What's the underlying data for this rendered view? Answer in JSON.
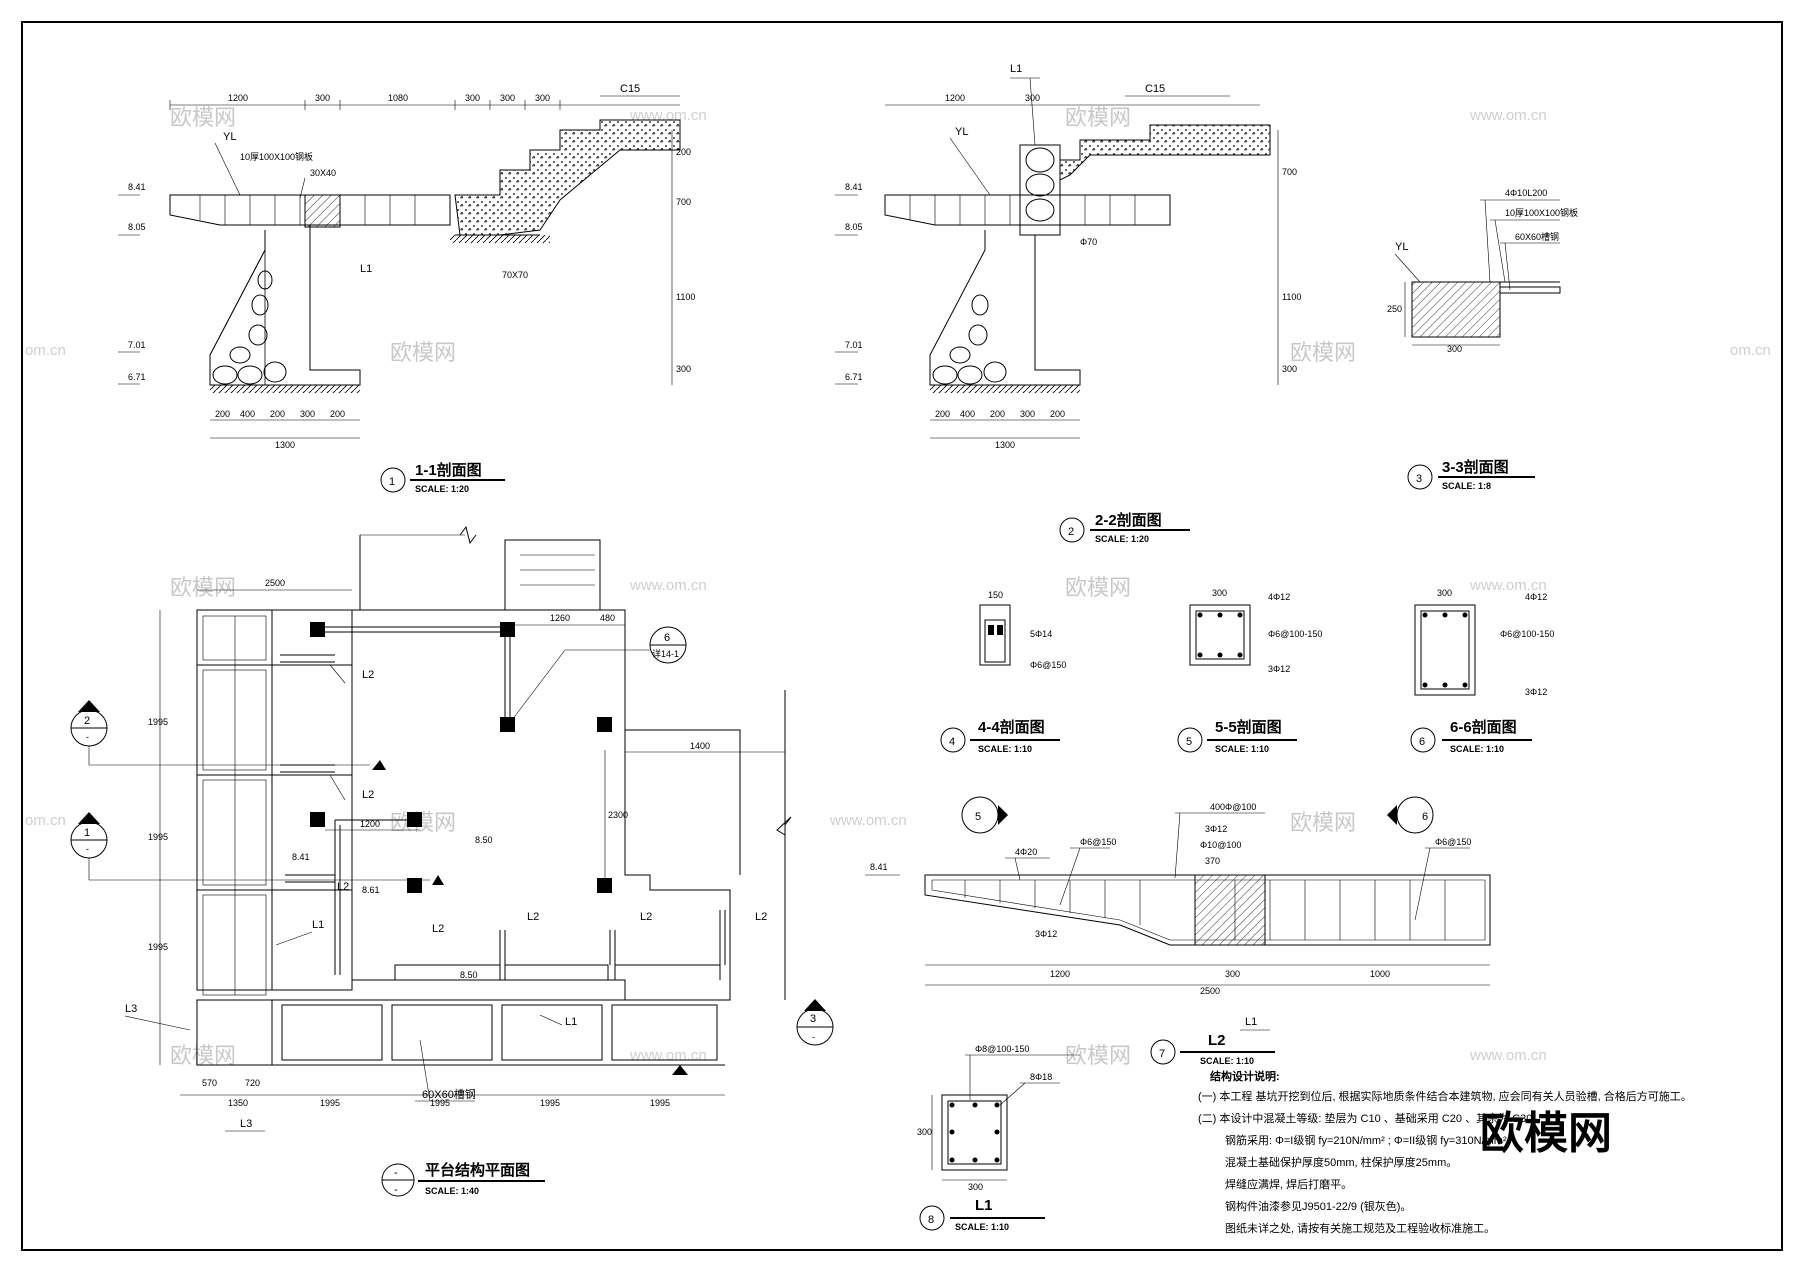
{
  "sections": {
    "s1": {
      "num": "1",
      "title": "1-1剖面图",
      "scale": "SCALE: 1:20"
    },
    "s2": {
      "num": "2",
      "title": "2-2剖面图",
      "scale": "SCALE: 1:20"
    },
    "s3": {
      "num": "3",
      "title": "3-3剖面图",
      "scale": "SCALE: 1:8"
    },
    "s4": {
      "num": "4",
      "title": "4-4剖面图",
      "scale": "SCALE: 1:10"
    },
    "s5": {
      "num": "5",
      "title": "5-5剖面图",
      "scale": "SCALE: 1:10"
    },
    "s6": {
      "num": "6",
      "title": "6-6剖面图",
      "scale": "SCALE: 1:10"
    },
    "s7": {
      "num": "7",
      "title": "L2",
      "scale": "SCALE: 1:10"
    },
    "s8": {
      "num": "8",
      "title": "L1",
      "scale": "SCALE: 1:10"
    },
    "plan": {
      "num": "-",
      "title": "平台结构平面图",
      "scale": "SCALE: 1:40"
    }
  },
  "labels": {
    "yl": "YL",
    "l1": "L1",
    "l2": "L2",
    "l3": "L3",
    "c15": "C15",
    "joist": "10厚100X100钢板",
    "wood30x40": "30X40",
    "post70": "70X70",
    "steel60": "60X60槽钢",
    "pipe": "Φ70",
    "r4d10": "4Φ10L200",
    "r5d14": "5Φ14",
    "r6d150": "Φ6@150",
    "r4d12": "4Φ12",
    "r3d12": "3Φ12",
    "r6d100": "Φ6@100-150",
    "r4d20": "4Φ20",
    "r400": "400Φ@100",
    "r10d100": "Φ10@100",
    "r8d18": "8Φ18",
    "r8d100": "Φ8@100-150",
    "ref": "详14-1",
    "ref6": "6"
  },
  "dims": {
    "s1_top": [
      "1200",
      "300",
      "1080",
      "300",
      "300",
      "300"
    ],
    "s1_bot": [
      "200",
      "400",
      "200",
      "300",
      "200"
    ],
    "s1_total": "1300",
    "s1_right": [
      "200",
      "700",
      "1100",
      "300"
    ],
    "s2_top": [
      "1200",
      "300"
    ],
    "s2_bot": [
      "200",
      "400",
      "200",
      "300",
      "200"
    ],
    "s2_total": "1300",
    "s3_w": "300",
    "s3_h": "250",
    "plan_bottom": [
      "1995",
      "1995",
      "1995",
      "1995"
    ],
    "plan_left": [
      "1995",
      "1995",
      "1995"
    ],
    "plan_small": [
      "570",
      "720",
      "1350"
    ],
    "plan_top": [
      "2500",
      "1260",
      "480",
      "1400",
      "1200",
      "2300"
    ],
    "s7": [
      "1200",
      "300",
      "1000",
      "2500",
      "370"
    ],
    "s8": "300",
    "s45": "150",
    "s56": "300"
  },
  "elevations": [
    "8.41",
    "8.05",
    "7.01",
    "6.71",
    "8.50",
    "8.61"
  ],
  "notes": {
    "title": "结构设计说明:",
    "lines": [
      "(一) 本工程 基坑开挖到位后, 根据实际地质条件结合本建筑物, 应会同有关人员验槽, 合格后方可施工。",
      "(二) 本设计中混凝土等级: 垫层为 C10 、基础采用 C20 、其余为 C30",
      "钢筋采用:   Φ=I级钢 fy=210N/mm² ; Φ=II级钢 fy=310N/mm²",
      "混凝土基础保护厚度50mm, 柱保护厚度25mm。",
      "焊缝应满焊, 焊后打磨平。",
      "钢构件油漆参见J9501-22/9 (银灰色)。",
      "图纸未详之处, 请按有关施工规范及工程验收标准施工。"
    ]
  },
  "watermark": {
    "cn": "欧模网",
    "url": "www.om.cn",
    "url2": "om.cn",
    "big": "欧模网"
  }
}
